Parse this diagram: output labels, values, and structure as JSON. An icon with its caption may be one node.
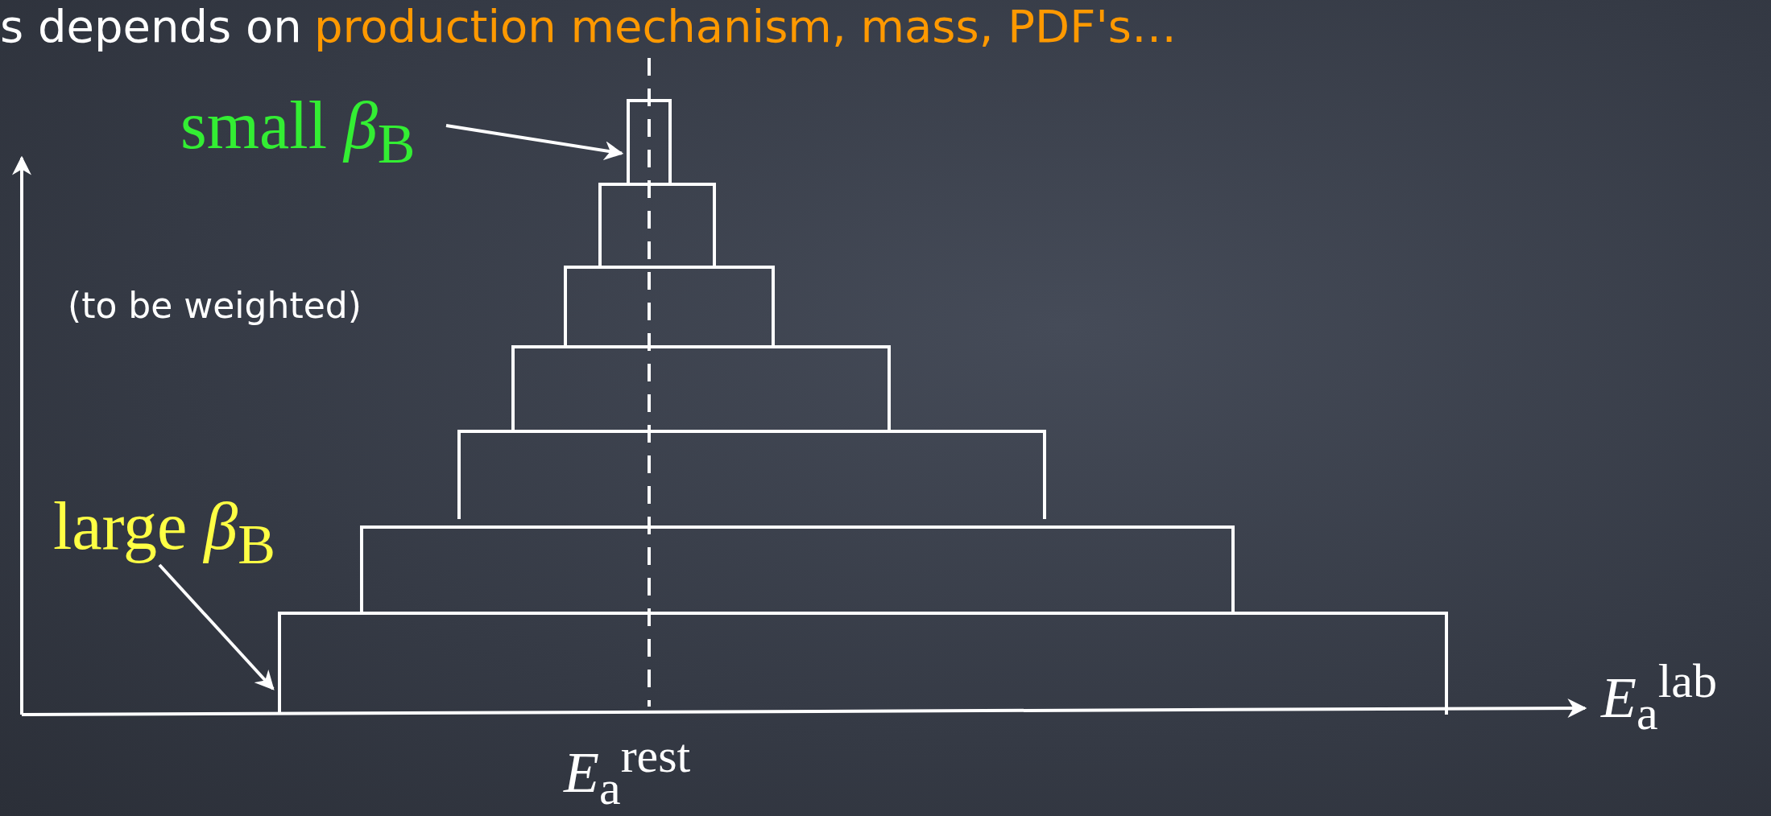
{
  "diagram": {
    "nodes": [
      {
        "text": [
          "small *β*$_{B}$"
        ]
      },
      {
        "text": [
          "large *β*$_{B}$"
        ]
      },
      {
        "text": [],
        "shape": "box"
      },
      {
        "text": [],
        "shape": "box"
      },
      {
        "text": [],
        "shape": "box"
      },
      {
        "text": [],
        "shape": "box"
      },
      {
        "text": [],
        "shape": "box"
      },
      {
        "text": [],
        "shape": "box"
      },
      {
        "text": [],
        "shape": "box"
      }
    ],
    "edges": [
      {
        "from": 0,
        "to": 2,
        "arrow": "to"
      },
      {
        "from": 1,
        "to": 8,
        "arrow": "to"
      }
    ],
    "labels": [
      "s depends on",
      "production mechanism, mass, PDF's…",
      "(to be weighted)",
      "*E*$_{a}$$^{rest}$",
      "*E*$_{a}$$^{lab}$"
    ]
  }
}
